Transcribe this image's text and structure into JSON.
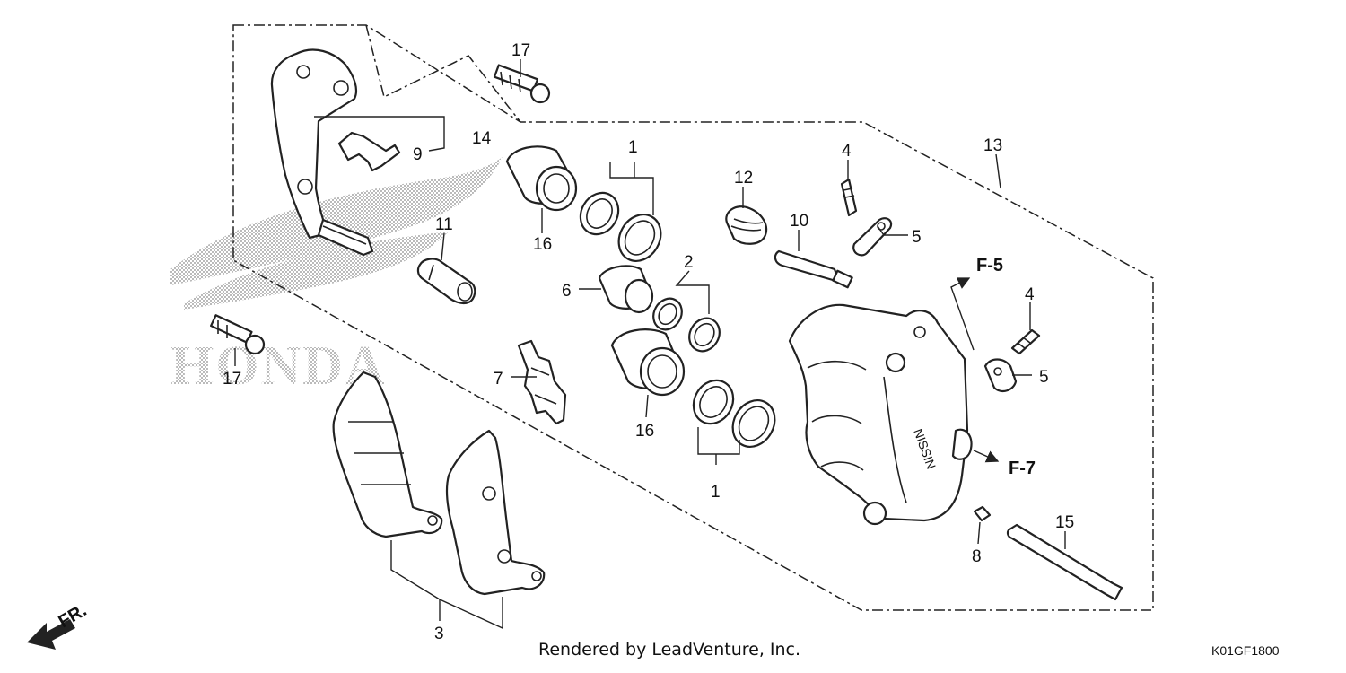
{
  "diagram": {
    "callouts": [
      {
        "id": "c17a",
        "text": "17"
      },
      {
        "id": "c14",
        "text": "14"
      },
      {
        "id": "c9",
        "text": "9"
      },
      {
        "id": "c11",
        "text": "11"
      },
      {
        "id": "c17b",
        "text": "17"
      },
      {
        "id": "c16a",
        "text": "16"
      },
      {
        "id": "c1a",
        "text": "1"
      },
      {
        "id": "c12",
        "text": "12"
      },
      {
        "id": "c10",
        "text": "10"
      },
      {
        "id": "c4a",
        "text": "4"
      },
      {
        "id": "c5a",
        "text": "5"
      },
      {
        "id": "c13",
        "text": "13"
      },
      {
        "id": "c2",
        "text": "2"
      },
      {
        "id": "c6",
        "text": "6"
      },
      {
        "id": "c7",
        "text": "7"
      },
      {
        "id": "c16b",
        "text": "16"
      },
      {
        "id": "c1b",
        "text": "1"
      },
      {
        "id": "c4b",
        "text": "4"
      },
      {
        "id": "c5b",
        "text": "5"
      },
      {
        "id": "c8",
        "text": "8"
      },
      {
        "id": "c15",
        "text": "15"
      },
      {
        "id": "c3",
        "text": "3"
      }
    ],
    "refs": [
      {
        "id": "f5",
        "text": "F-5"
      },
      {
        "id": "f7",
        "text": "F-7"
      }
    ],
    "direction_label": "FR.",
    "watermark": "HONDA",
    "caliper_mark": "NISSIN",
    "footer": "Rendered by LeadVenture, Inc.",
    "code": "K01GF1800"
  }
}
